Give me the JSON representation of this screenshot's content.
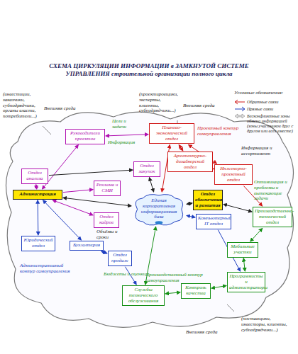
{
  "diagram": {
    "title": "СХЕМА ЦИРКУЛЯЦИИ ИНФОРМАЦИИ в ЗАМКНУТОЙ СИСТЕМЕ УПРАВЛЕНИЯ строительной организации полного цикла",
    "nodes": [
      {
        "text": [
          "Руководители проектов"
        ]
      },
      {
        "text": [
          "Отдел анализа"
        ]
      },
      {
        "text": [
          "Администрация"
        ]
      },
      {
        "text": [
          "Реклама и СМИ"
        ]
      },
      {
        "text": [
          "Отдел кадров"
        ]
      },
      {
        "text": [
          "Юридический отдел"
        ]
      },
      {
        "text": [
          "Бухгалтерия"
        ]
      },
      {
        "text": [
          "Отдел продаж"
        ]
      },
      {
        "text": [
          "Отдел закупок"
        ]
      },
      {
        "text": [
          "Планово-экономический отдел"
        ]
      },
      {
        "text": [
          "Архитектурно-дизайнерский отдел"
        ]
      },
      {
        "text": [
          "Инженерно-проектный отдел"
        ]
      },
      {
        "text": [
          "Единая корпоративная информационная база"
        ]
      },
      {
        "text": [
          "Отдел обеспечения и развития"
        ]
      },
      {
        "text": [
          "Компьютерный IT отдел"
        ]
      },
      {
        "text": [
          "Производственно-технический отдел"
        ]
      },
      {
        "text": [
          "Мобильные участки"
        ]
      },
      {
        "text": [
          "Программисты и администраторы"
        ]
      },
      {
        "text": [
          "Контроль качества"
        ]
      },
      {
        "text": [
          "Службы технического обслуживания"
        ]
      }
    ],
    "edges": [
      {
        "from": 2,
        "to": 0,
        "arrow": "both"
      },
      {
        "from": 2,
        "to": 1,
        "arrow": "both"
      },
      {
        "from": 2,
        "to": 3,
        "arrow": "to"
      },
      {
        "from": 2,
        "to": 4,
        "arrow": "both"
      },
      {
        "from": 2,
        "to": 5,
        "arrow": "both"
      },
      {
        "from": 2,
        "to": 6,
        "arrow": "both"
      },
      {
        "from": 6,
        "to": 7,
        "arrow": "both"
      },
      {
        "from": 0,
        "to": 9,
        "arrow": "both"
      },
      {
        "from": 1,
        "to": 8,
        "arrow": "to"
      },
      {
        "from": 9,
        "to": 10,
        "arrow": "both"
      },
      {
        "from": 9,
        "to": 11,
        "arrow": "both"
      },
      {
        "from": 10,
        "to": 11,
        "arrow": "both"
      },
      {
        "from": 8,
        "to": 12,
        "arrow": "both"
      },
      {
        "from": 9,
        "to": 12,
        "arrow": "both"
      },
      {
        "from": 13,
        "to": 12,
        "arrow": "both"
      },
      {
        "from": 14,
        "to": 12,
        "arrow": "both"
      },
      {
        "from": 11,
        "to": 15,
        "arrow": "to"
      },
      {
        "from": 13,
        "to": 15,
        "arrow": "both"
      },
      {
        "from": 15,
        "to": 16,
        "arrow": "both"
      },
      {
        "from": 16,
        "to": 17,
        "arrow": "both"
      },
      {
        "from": 17,
        "to": 18,
        "arrow": "both"
      },
      {
        "from": 18,
        "to": 19,
        "arrow": "both"
      },
      {
        "from": 19,
        "to": 12,
        "arrow": "both"
      },
      {
        "from": 7,
        "to": 19,
        "arrow": "to"
      },
      {
        "from": 2,
        "to": 12,
        "arrow": "both"
      },
      {
        "from": 14,
        "to": 17,
        "arrow": "to"
      }
    ],
    "labels": [
      "Внешняя среда",
      "(инвестиции, заказчики, субподрядчики, органы власти, потребители...)",
      "(проектировщики, эксперты, клиенты, субподрядчики...)",
      "Внешняя среда",
      "Условные обозначения:",
      "Цели и задачи",
      "Информация",
      "Проектный контур самоуправления",
      "Информация и ассортимент",
      "Оптимизация и проблемы и вытекающие задачи",
      "Административный контур самоуправления",
      "Объёмы и сроки",
      "Бюджеты и оценки",
      "Производственный контур самоуправления",
      "Внешняя среда",
      "(поставщики, инвесторы, клиенты, субподрядчики...)"
    ],
    "legend": [
      {
        "text": "Обратные связи"
      },
      {
        "text": "Прямые связи"
      },
      {
        "text": "Бесконфликтные зоны обмена информацией (зоны участников друг с другом или всех вместе)"
      }
    ]
  }
}
